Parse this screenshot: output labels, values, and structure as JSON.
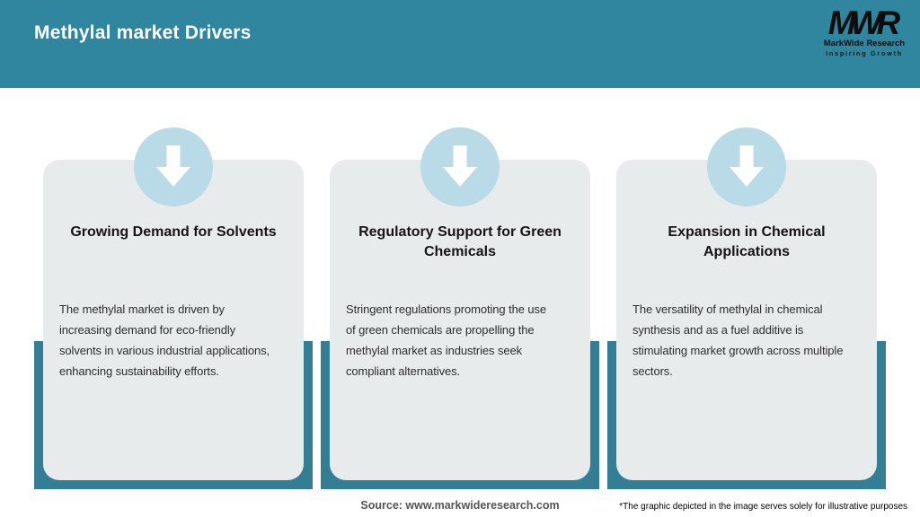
{
  "header": {
    "title": "Methylal market Drivers",
    "logo": {
      "acronym": "MWR",
      "name": "MarkWide Research",
      "tagline": "Inspiring Growth"
    }
  },
  "cards": [
    {
      "title": "Growing Demand for Solvents",
      "description": "The methylal market is driven by\nincreasing demand for eco-friendly\nsolvents in various industrial applications,\nenhancing sustainability efforts."
    },
    {
      "title": "Regulatory Support for Green Chemicals",
      "description": "Stringent regulations promoting the use\nof green chemicals are propelling the\nmethylal market as industries seek\ncompliant alternatives."
    },
    {
      "title": "Expansion in Chemical Applications",
      "description": "The versatility of methylal in chemical\nsynthesis and as a fuel additive is\nstimulating market growth across multiple\nsectors."
    }
  ],
  "footer": {
    "source": "Source: www.markwideresearch.com",
    "disclaimer": "*The graphic depicted in the image serves solely for illustrative purposes"
  },
  "colors": {
    "header_teal": "#2f869e",
    "block_teal": "#337d95",
    "card_bg": "#e8ebec",
    "circle_blue": "#b8dbe7",
    "title_text": "#141414",
    "body_text": "#2d2d2d",
    "source_text": "#555555"
  },
  "icons": {
    "arrow": "down-arrow-icon"
  }
}
